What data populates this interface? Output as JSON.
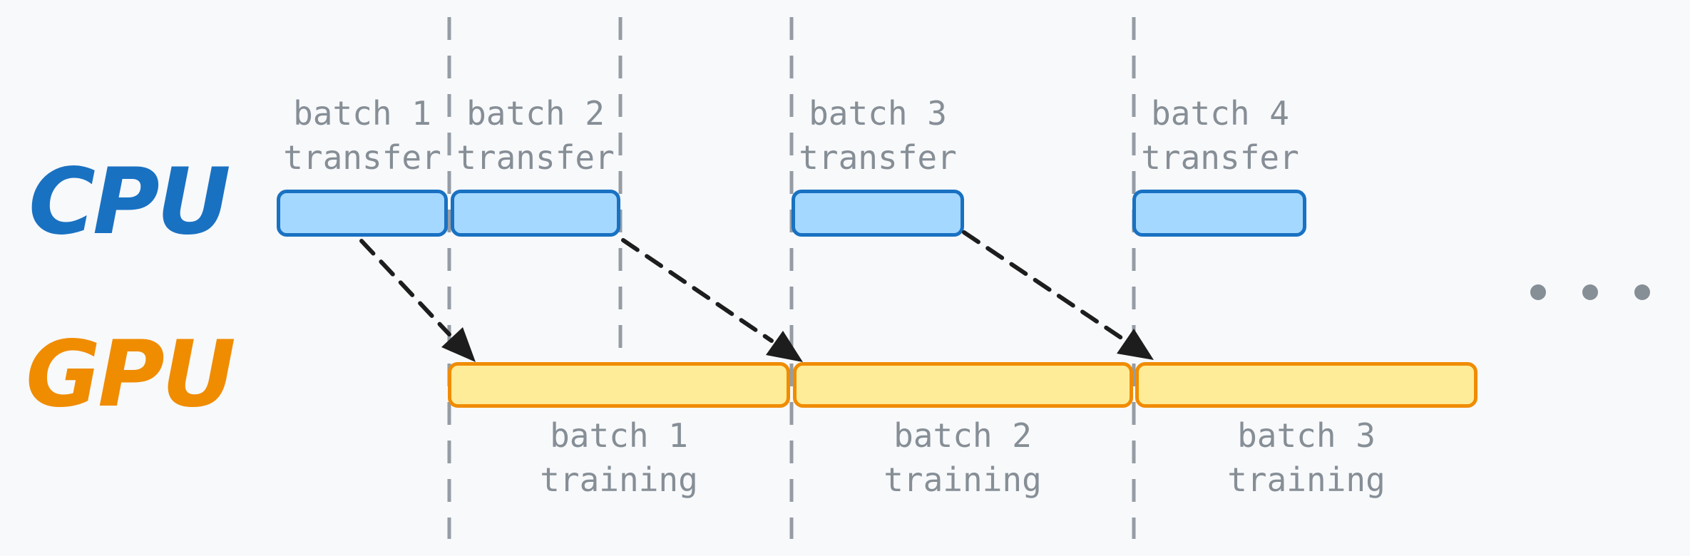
{
  "labels": {
    "cpu": "CPU",
    "gpu": "GPU"
  },
  "transfer_blocks": [
    {
      "line1": "batch 1",
      "line2": "transfer"
    },
    {
      "line1": "batch 2",
      "line2": "transfer"
    },
    {
      "line1": "batch 3",
      "line2": "transfer"
    },
    {
      "line1": "batch 4",
      "line2": "transfer"
    }
  ],
  "training_blocks": [
    {
      "line1": "batch 1",
      "line2": "training"
    },
    {
      "line1": "batch 2",
      "line2": "training"
    },
    {
      "line1": "batch 3",
      "line2": "training"
    }
  ],
  "ellipsis_dot_count": 3,
  "colors": {
    "background": "#f8f9fb",
    "cpu_label": "#1971c2",
    "gpu_label": "#f08c00",
    "transfer_fill": "#a5d8ff",
    "transfer_border": "#1971c2",
    "training_fill": "#ffec99",
    "training_border": "#f08c00",
    "caption_text": "#868e96",
    "gridline": "#959ca4",
    "arrow": "#1d1d1d",
    "ellipsis_dot": "#868e96"
  }
}
